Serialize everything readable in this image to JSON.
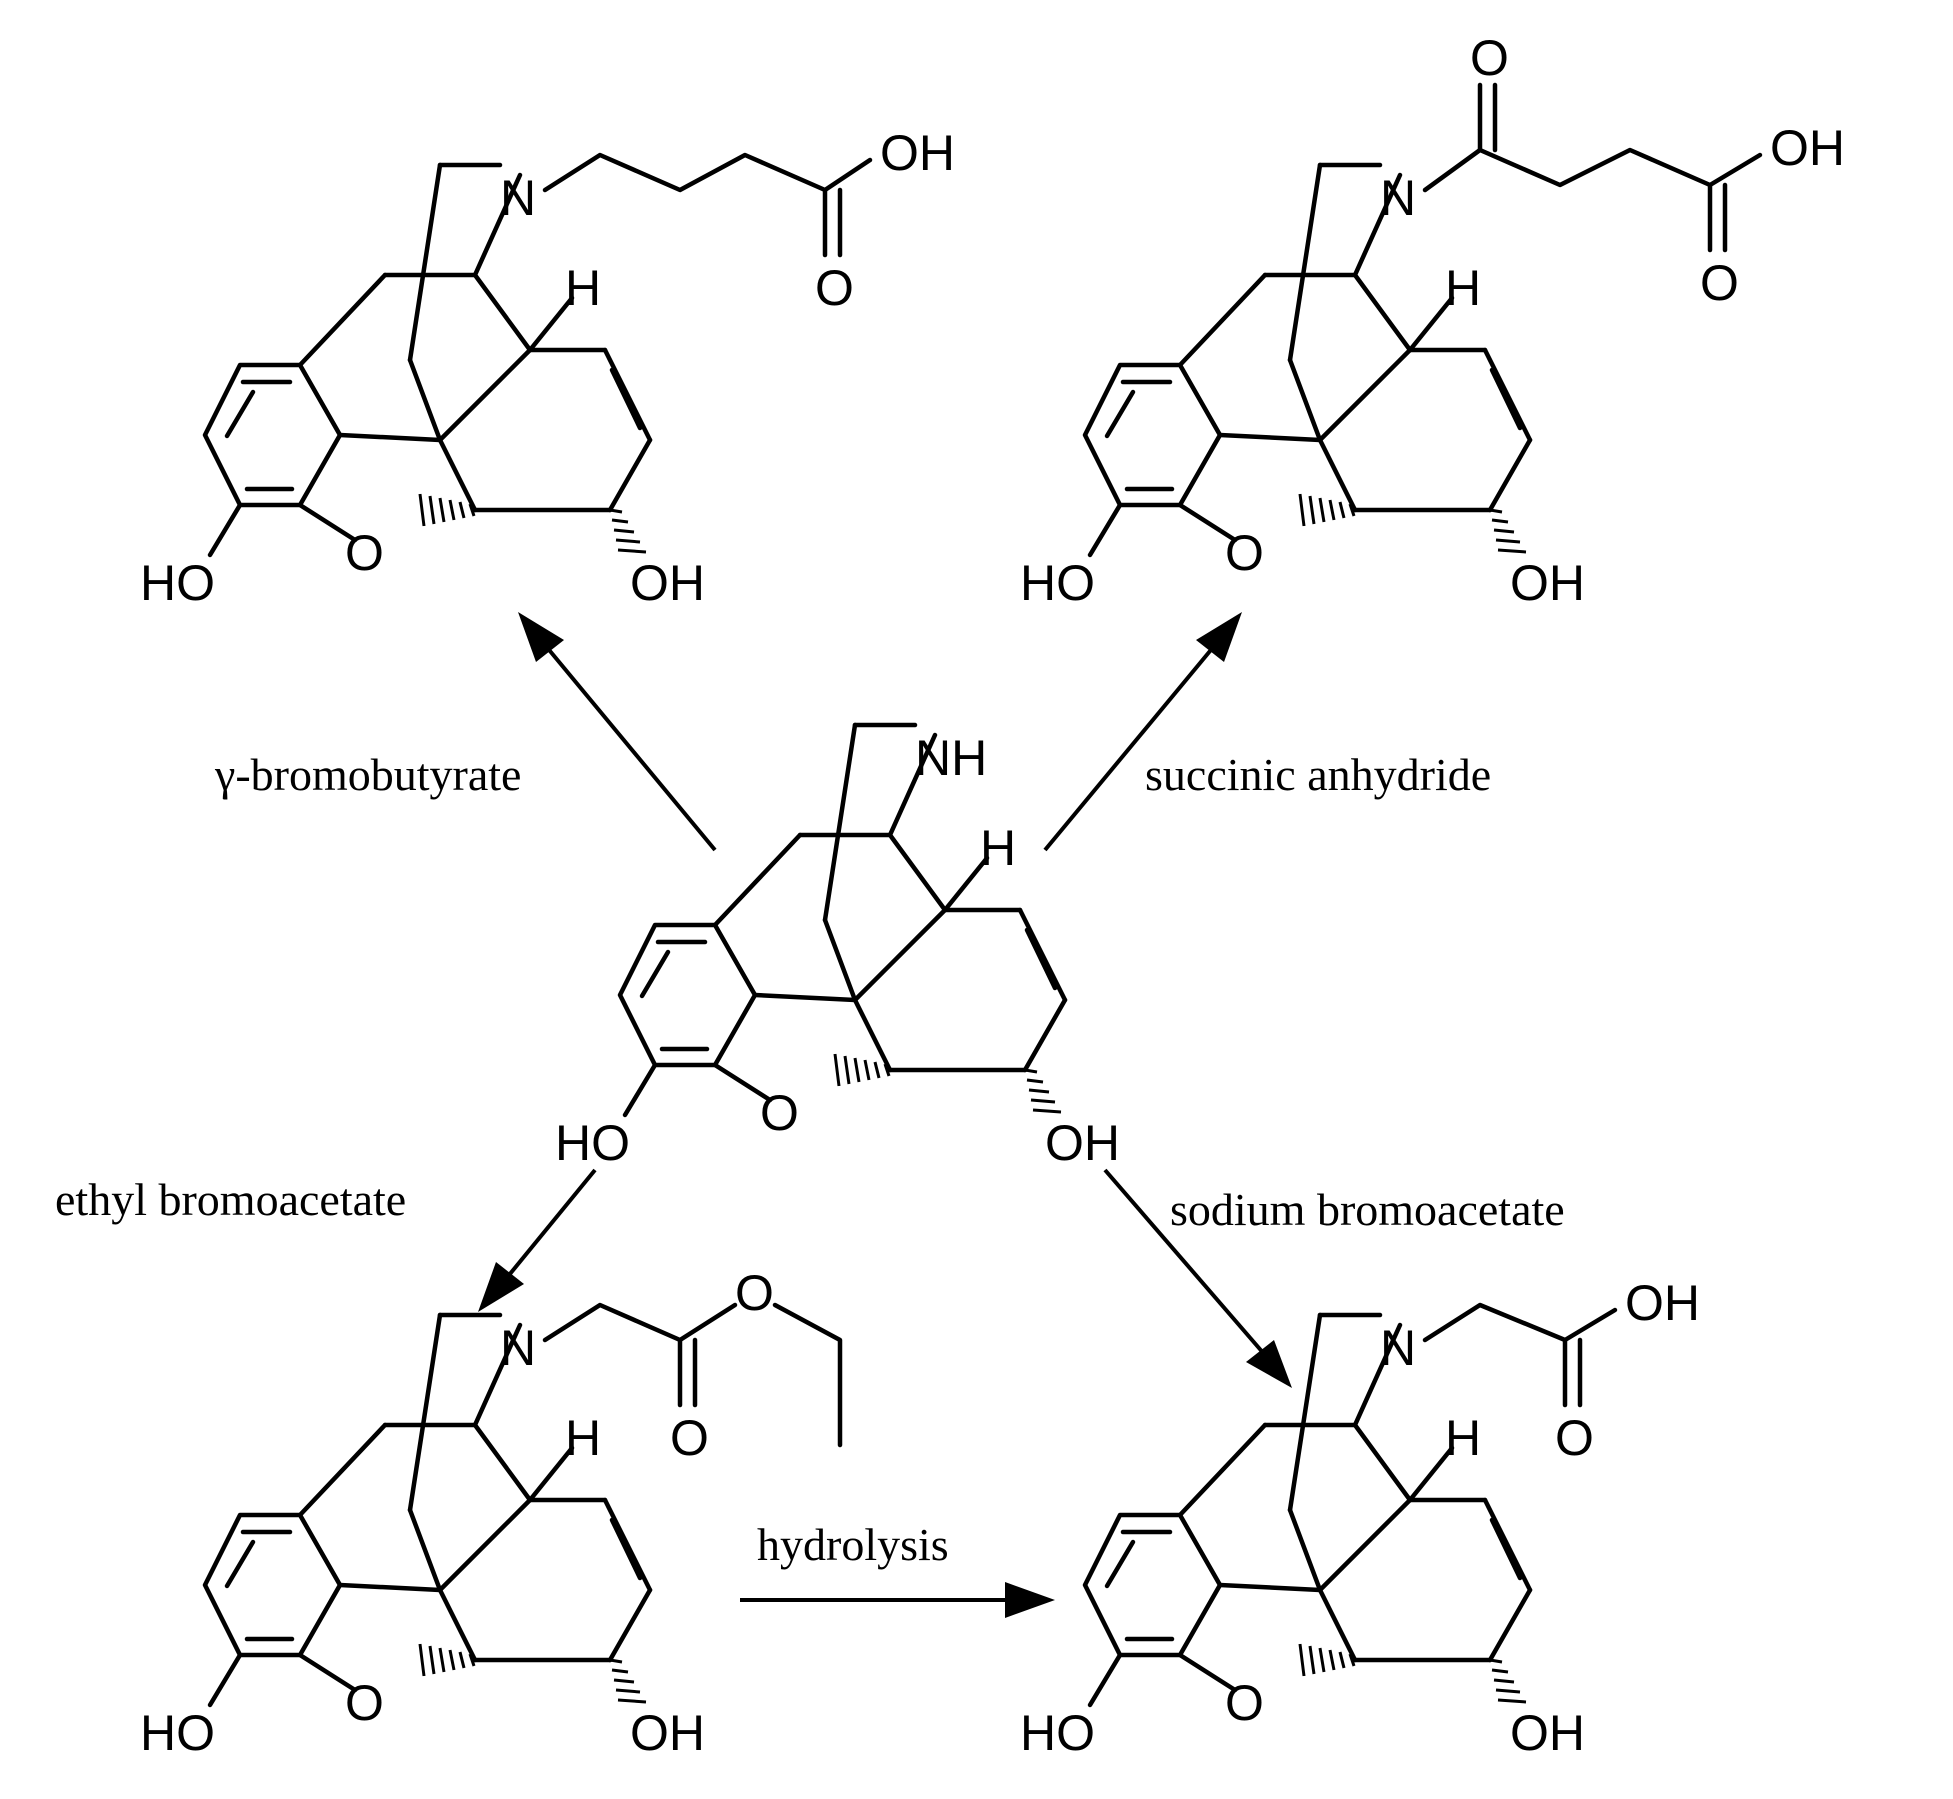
{
  "reagents": {
    "top_left": "γ-bromobutyrate",
    "top_right": "succinic anhydride",
    "bottom_left": "ethyl bromoacetate",
    "bottom_right": "sodium bromoacetate",
    "bottom_middle": "hydrolysis"
  },
  "atom_labels": {
    "hydroxyl_left": "HO",
    "hydroxyl_right": "OH",
    "ether_oxygen": "O",
    "hydrogen": "H",
    "nitrogen": "N",
    "amine": "NH",
    "carbonyl_oxygen": "O",
    "acid_oh": "OH"
  }
}
